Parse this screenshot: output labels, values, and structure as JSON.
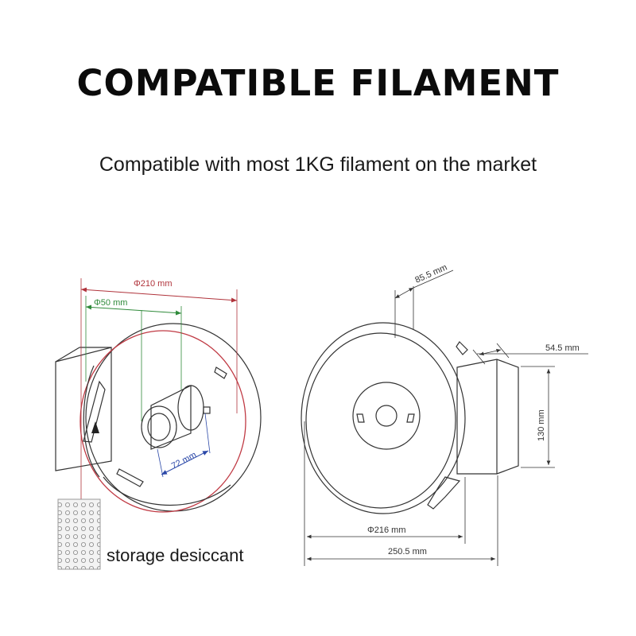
{
  "header": {
    "title": "COMPATIBLE FILAMENT",
    "subtitle": "Compatible with most 1KG filament on the market"
  },
  "left_view": {
    "outer_diameter": "Φ210 mm",
    "inner_diameter": "Φ50 mm",
    "depth": "72 mm",
    "desiccant_label": "storage desiccant"
  },
  "right_view": {
    "top_offset": "85.5 mm",
    "side_depth": "54.5 mm",
    "height": "130 mm",
    "diameter": "Φ216 mm",
    "total_width": "250.5 mm"
  },
  "colors": {
    "outer_dim": "#b0333b",
    "inner_dim": "#2f8a3a",
    "depth_dim": "#2b48a8"
  }
}
